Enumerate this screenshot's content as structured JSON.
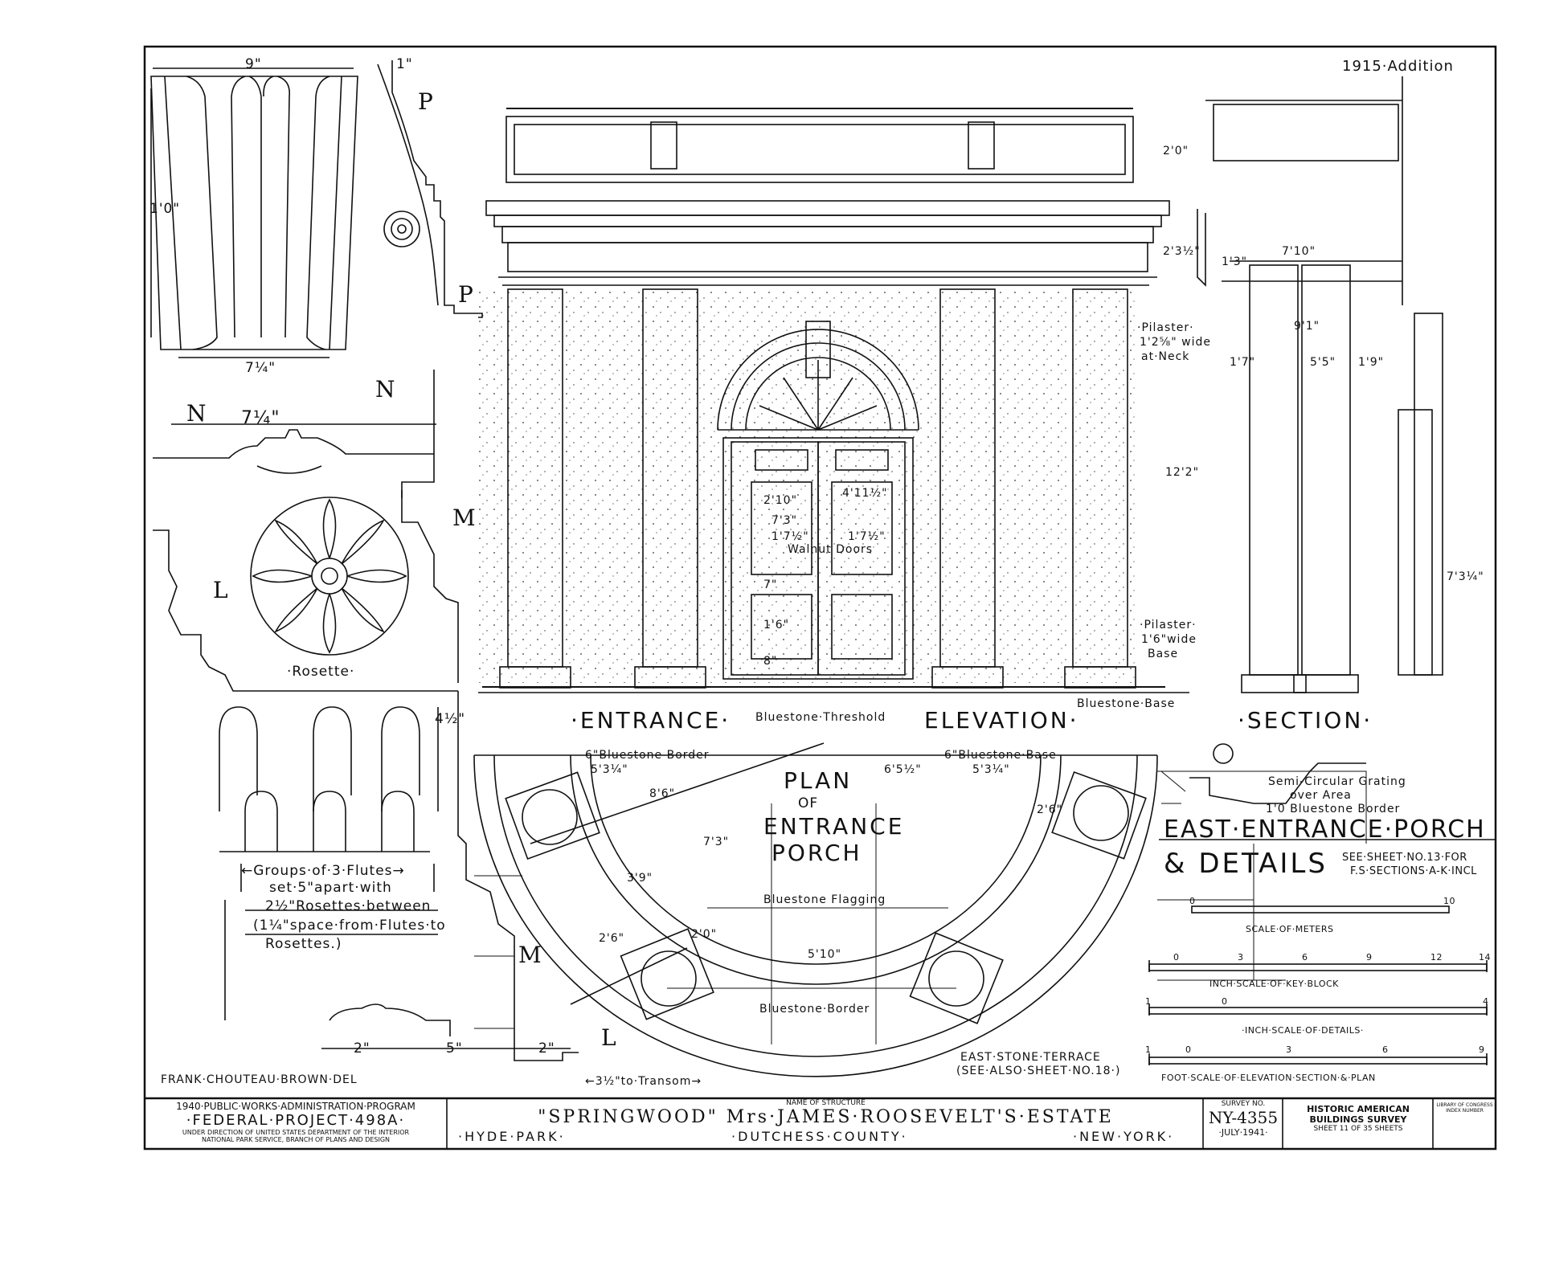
{
  "addition_note": "1915·Addition",
  "titles": {
    "entrance": "·ENTRANCE·",
    "elevation": "ELEVATION·",
    "section": "·SECTION·",
    "plan": [
      "PLAN",
      "OF",
      "ENTRANCE",
      "PORCH"
    ],
    "sheet_title_1": "EAST·ENTRANCE·PORCH",
    "sheet_title_2": "& DETAILS",
    "see_sheet_1": "SEE·SHEET·NO.13·FOR",
    "see_sheet_2": "F.S·SECTIONS·A-K·INCL"
  },
  "annotations": {
    "rosette": "·Rosette·",
    "flutes_1": "←Groups·of·3·Flutes→",
    "flutes_2": "set·5\"apart·with",
    "flutes_3": "2½\"Rosettes·between",
    "flutes_4": "(1¼\"space·from·Flutes·to",
    "flutes_5": "Rosettes.)",
    "walnut_doors": "Walnut Doors",
    "pilaster_neck_1": "·Pilaster·",
    "pilaster_neck_2": "1'2⅝\" wide",
    "pilaster_neck_3": "at·Neck",
    "pilaster_base_1": "·Pilaster·",
    "pilaster_base_2": "1'6\"wide",
    "pilaster_base_3": "Base",
    "bluestone_base": "Bluestone·Base",
    "bluestone_threshold": "Bluestone·Threshold",
    "bluestone_border_6": "6\"Bluestone Border",
    "bluestone_base_6": "6\"Bluestone·Base",
    "grating_1": "Semi-Circular Grating",
    "grating_2": "over Area",
    "grating_3": "1'0 Bluestone Border",
    "bluestone_flagging": "Bluestone Flagging",
    "bluestone_border": "Bluestone·Border",
    "stone_terrace_1": "EAST·STONE·TERRACE",
    "stone_terrace_2": "(SEE·ALSO·SHEET·NO.18·)",
    "to_transom": "←3½\"to·Transom→",
    "delineator": "FRANK·CHOUTEAU·BROWN·DEL"
  },
  "dimensions": {
    "d_9": "9\"",
    "d_1": "1\"",
    "d_1_0": "1'0\"",
    "d_7_1_4": "7¼\"",
    "d_7_1_4b": "7¼\"",
    "d_4_1_2": "4½\"",
    "d_2a": "2\"",
    "d_5": "5\"",
    "d_2b": "2\"",
    "d_2_0": "2'0\"",
    "d_2_3_1_2": "2'3½\"",
    "d_12_2": "12'2\"",
    "d_7_10": "7'10\"",
    "d_9_1": "9'1\"",
    "d_1_7": "1'7\"",
    "d_5_5": "5'5\"",
    "d_1_9": "1'9\"",
    "d_1_3": "1'3\"",
    "d_7_3_4": "7'3¼\"",
    "d_4_11": "4'11½\"",
    "d_2_10": "2'10\"",
    "d_7_3": "7'3\"",
    "d_1_7_1_2a": "1'7½\"",
    "d_1_7_1_2b": "1'7½\"",
    "d_7": "7\"",
    "d_1_6": "1'6\"",
    "d_8": "8\"",
    "d_5_3_1_4a": "5'3¼\"",
    "d_6_5_1_2": "6'5½\"",
    "d_5_3_1_4b": "5'3¼\"",
    "d_8_6": "8'6\"",
    "d_7_3_r": "7'3\"",
    "d_3_9": "3'9\"",
    "d_2_6": "2'6\"",
    "d_2_0b": "2'0\"",
    "d_5_10": "5'10\"",
    "d_2_6b": "2'6\""
  },
  "sections": {
    "N": "N",
    "P": "P",
    "M": "M",
    "L": "L"
  },
  "scales": [
    {
      "title": "SCALE·OF·METERS",
      "ticks": [
        "0",
        "10"
      ]
    },
    {
      "title": "INCH·SCALE·OF·KEY·BLOCK",
      "ticks": [
        "0",
        "3",
        "6",
        "9",
        "12",
        "14"
      ]
    },
    {
      "title": "·INCH·SCALE·OF·DETAILS·",
      "ticks": [
        "1",
        "0",
        "4"
      ]
    },
    {
      "title": "FOOT·SCALE·OF·ELEVATION·SECTION·&·PLAN",
      "ticks": [
        "1",
        "0",
        "3",
        "6",
        "9"
      ]
    }
  ],
  "title_block": {
    "program": "1940·PUBLIC·WORKS·ADMINISTRATION·PROGRAM",
    "project": "·FEDERAL·PROJECT·498A·",
    "direction_1": "UNDER DIRECTION OF UNITED STATES DEPARTMENT OF THE INTERIOR",
    "direction_2": "NATIONAL PARK SERVICE, BRANCH OF PLANS AND DESIGN",
    "name_label": "NAME OF STRUCTURE",
    "structure": "\"SPRINGWOOD\" Mrs·JAMES·ROOSEVELT'S·ESTATE",
    "town": "·HYDE·PARK·",
    "county": "·DUTCHESS·COUNTY·",
    "state": "·NEW·YORK·",
    "survey_label": "SURVEY NO.",
    "survey_no": "NY-4355",
    "date": "·JULY·1941·",
    "habs_1": "HISTORIC AMERICAN",
    "habs_2": "BUILDINGS SURVEY",
    "sheet": "SHEET 11 OF 35 SHEETS",
    "loc_1": "LIBRARY OF CONGRESS",
    "loc_2": "INDEX NUMBER"
  }
}
